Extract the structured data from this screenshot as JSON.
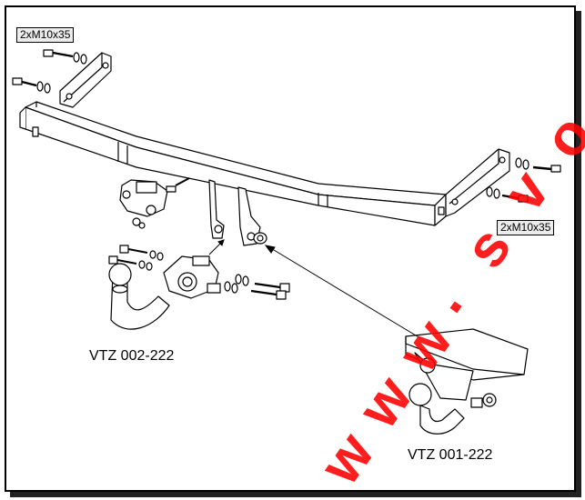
{
  "labels": {
    "bolt_spec_left": "2xM10x35",
    "bolt_spec_right": "2xM10x35",
    "model_detachable": "VTZ 002-222",
    "model_fixed": "VTZ 001-222"
  },
  "watermark": {
    "text": "www.svo",
    "color": "#ff0000"
  },
  "colors": {
    "line": "#000000",
    "background": "#ffffff",
    "label_fill": "#ececec"
  }
}
